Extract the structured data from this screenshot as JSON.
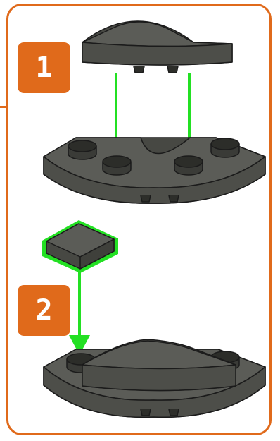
{
  "steps": [
    {
      "number": "1"
    },
    {
      "number": "2"
    }
  ],
  "colors": {
    "frame": "#e06a1b",
    "badge": "#e06a1b",
    "badge_text": "#ffffff",
    "arrow": "#23e023",
    "brick_top": "#5b5c57",
    "brick_side": "#474843",
    "brick_outline": "#1b1b1b",
    "highlight": "#23e023"
  },
  "icons": {
    "arrow": "green-down-arrow",
    "curved_piece": "curved-brick-1x4",
    "base_piece": "curved-plate-with-studs",
    "tile": "flat-tile-2x2"
  }
}
